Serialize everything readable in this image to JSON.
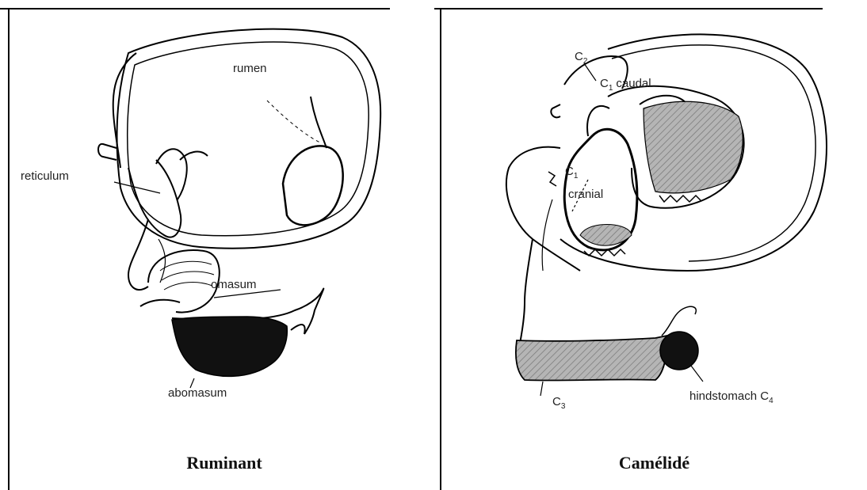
{
  "panels": [
    {
      "caption": "Ruminant",
      "labels": {
        "rumen": "rumen",
        "reticulum": "reticulum",
        "omasum": "omasum",
        "abomasum": "abomasum"
      }
    },
    {
      "caption": "Camélidé",
      "labels": {
        "c2": "C",
        "c2_sub": "2",
        "c1_caudal": "C",
        "c1_caudal_sub": "1",
        "caudal": "caudal",
        "c1_cranial": "C",
        "c1_cranial_sub": "1",
        "cranial": "cranial",
        "c3": "C",
        "c3_sub": "3",
        "hindstomach": "hindstomach C",
        "hindstomach_sub": "4"
      }
    }
  ],
  "colors": {
    "line": "#000000",
    "shade": "#9a9a9a",
    "dark": "#111111"
  }
}
